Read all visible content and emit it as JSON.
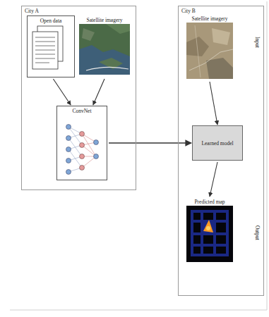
{
  "diagram": {
    "nodes": [
      {
        "text": [
          "City A"
        ]
      },
      {
        "text": [
          "Open data"
        ],
        "in": 0
      },
      {
        "text": [
          "Satellite imagery"
        ],
        "in": 0
      },
      {
        "text": [
          "ConvNet"
        ],
        "in": 0
      },
      {
        "text": [
          "City B"
        ]
      },
      {
        "text": [
          "Satellite imagery"
        ],
        "in": 4
      },
      {
        "text": [
          "Learned model"
        ],
        "in": 4
      },
      {
        "text": [
          "Predicted map"
        ],
        "in": 4
      }
    ],
    "edges": [
      {
        "from": 1,
        "to": 3,
        "arrow": "to"
      },
      {
        "from": 2,
        "to": 3,
        "arrow": "to"
      },
      {
        "from": 3,
        "to": 6,
        "arrow": "to"
      },
      {
        "from": 5,
        "to": 6,
        "arrow": "to"
      },
      {
        "from": 6,
        "to": 7,
        "arrow": "to"
      }
    ],
    "labels": [
      "Input",
      "Output"
    ]
  }
}
